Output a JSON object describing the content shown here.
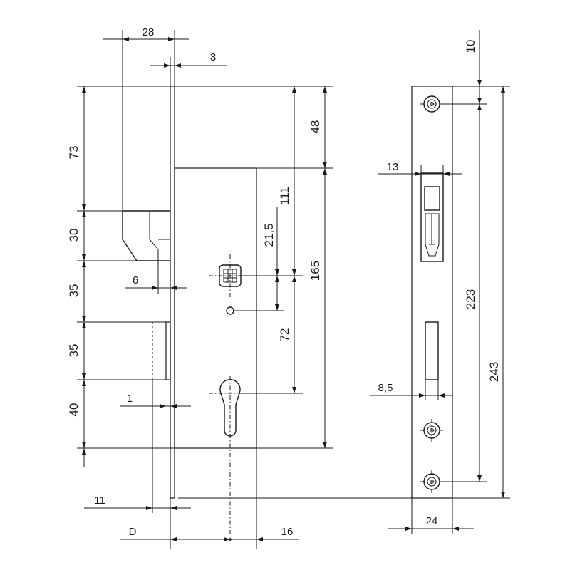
{
  "side_view": {
    "dims_top": {
      "backset_width": "28",
      "faceplate": "3"
    },
    "dims_left": {
      "top": "73",
      "latch": "30",
      "gap": "35",
      "bolt": "35",
      "bottom": "40"
    },
    "dims_misc": {
      "latch_projection": "6",
      "bolt_projection": "1",
      "distance_11": "11",
      "d": "D",
      "d16": "16"
    },
    "dims_right": {
      "top_48": "48",
      "spindle_111": "111",
      "case_165": "165",
      "offset_21_5": "21,5",
      "centre_72": "72"
    }
  },
  "front_view": {
    "top_10": "10",
    "latch_width_13": "13",
    "bolt_width_8_5": "8,5",
    "screws_223": "223",
    "total_243": "243",
    "plate_width_24": "24"
  }
}
